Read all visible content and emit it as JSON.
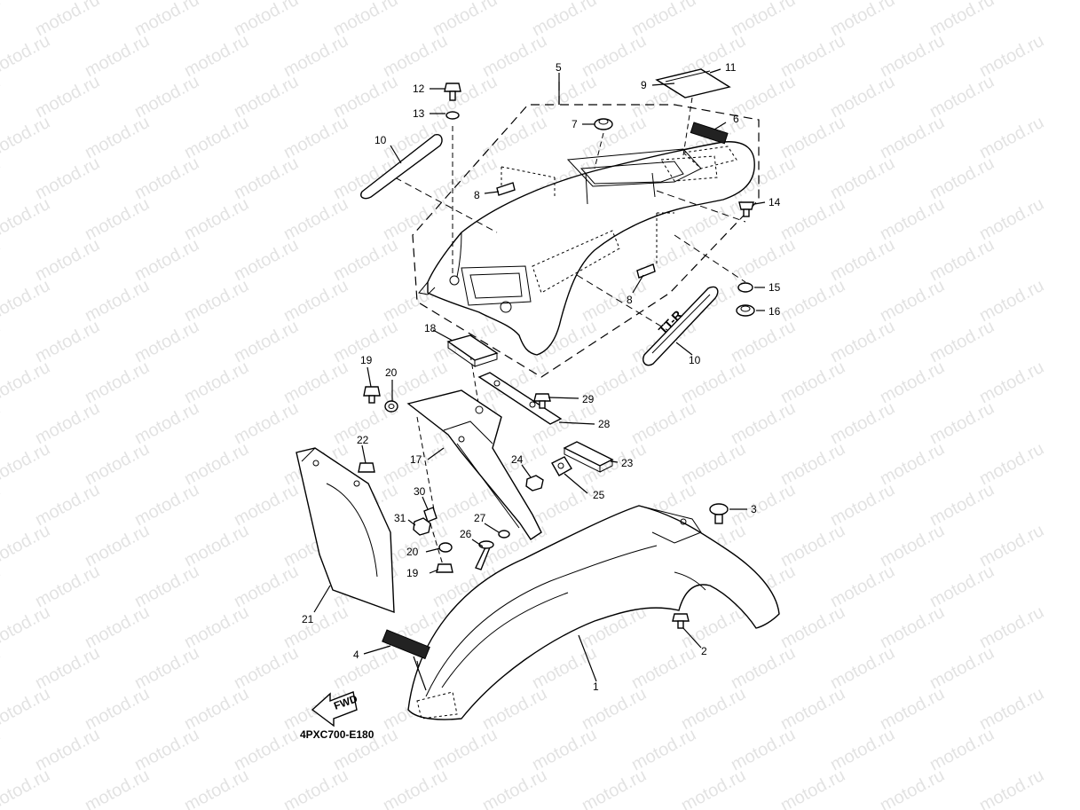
{
  "watermark_text": "motod.ru",
  "diagram_code": "4PXC700-E180",
  "fwd_label": "FWD",
  "callouts": [
    {
      "id": "1",
      "text": "1"
    },
    {
      "id": "2",
      "text": "2"
    },
    {
      "id": "3",
      "text": "3"
    },
    {
      "id": "4",
      "text": "4"
    },
    {
      "id": "5",
      "text": "5"
    },
    {
      "id": "6",
      "text": "6"
    },
    {
      "id": "7",
      "text": "7"
    },
    {
      "id": "8a",
      "text": "8"
    },
    {
      "id": "8b",
      "text": "8"
    },
    {
      "id": "9",
      "text": "9"
    },
    {
      "id": "10a",
      "text": "10"
    },
    {
      "id": "10b",
      "text": "10"
    },
    {
      "id": "11",
      "text": "11"
    },
    {
      "id": "12",
      "text": "12"
    },
    {
      "id": "13",
      "text": "13"
    },
    {
      "id": "14",
      "text": "14"
    },
    {
      "id": "15",
      "text": "15"
    },
    {
      "id": "16",
      "text": "16"
    },
    {
      "id": "17",
      "text": "17"
    },
    {
      "id": "18",
      "text": "18"
    },
    {
      "id": "19a",
      "text": "19"
    },
    {
      "id": "19b",
      "text": "19"
    },
    {
      "id": "20a",
      "text": "20"
    },
    {
      "id": "20b",
      "text": "20"
    },
    {
      "id": "21",
      "text": "21"
    },
    {
      "id": "22",
      "text": "22"
    },
    {
      "id": "23",
      "text": "23"
    },
    {
      "id": "24",
      "text": "24"
    },
    {
      "id": "25",
      "text": "25"
    },
    {
      "id": "26",
      "text": "26"
    },
    {
      "id": "27",
      "text": "27"
    },
    {
      "id": "28",
      "text": "28"
    },
    {
      "id": "29",
      "text": "29"
    },
    {
      "id": "30",
      "text": "30"
    },
    {
      "id": "31",
      "text": "31"
    }
  ]
}
